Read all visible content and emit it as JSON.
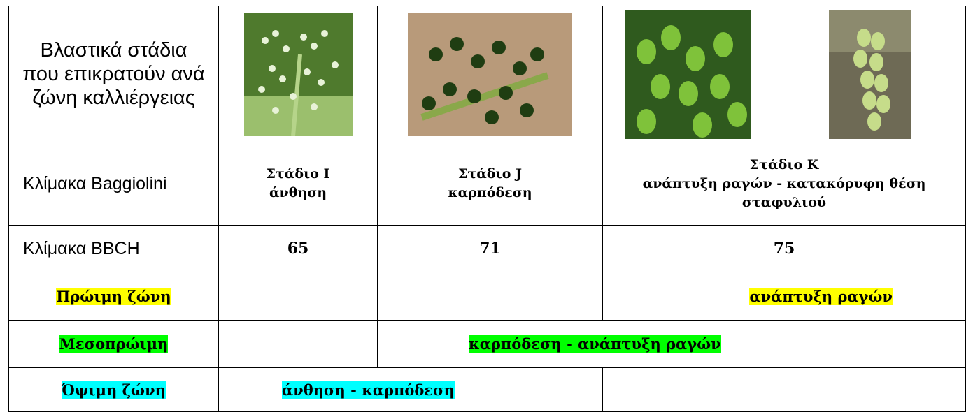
{
  "header": {
    "row_title": "Βλαστικά στάδια που επικρατούν ανά ζώνη καλλιέργειας",
    "images": [
      {
        "alt": "grape-flowering-photo"
      },
      {
        "alt": "grape-fruit-set-photo"
      },
      {
        "alt": "grape-berry-development-photo"
      },
      {
        "alt": "grape-cluster-vertical-photo"
      }
    ]
  },
  "baggiolini": {
    "label": "Κλίμακα Baggiolini",
    "stage_i_line1": "Στάδιο I",
    "stage_i_line2": "άνθηση",
    "stage_j_line1": "Στάδιο J",
    "stage_j_line2": "καρπόδεση",
    "stage_k_line1": "Στάδιο K",
    "stage_k_line2": "ανάπτυξη ραγών - κατακόρυφη θέση σταφυλιού"
  },
  "bbch": {
    "label": "Κλίμακα BBCH",
    "values": [
      "65",
      "71",
      "75"
    ]
  },
  "zones": {
    "early": {
      "label": "Πρώιμη ζώνη",
      "stage": "ανάπτυξη ραγών"
    },
    "mid": {
      "label": "Μεσοπρώιμη",
      "stage": "καρπόδεση - ανάπτυξη ραγών"
    },
    "late": {
      "label": "Όψιμη ζώνη",
      "stage": "άνθηση - καρπόδεση"
    }
  },
  "colors": {
    "early": "#ffff00",
    "mid": "#00ff00",
    "late": "#00ffff"
  }
}
